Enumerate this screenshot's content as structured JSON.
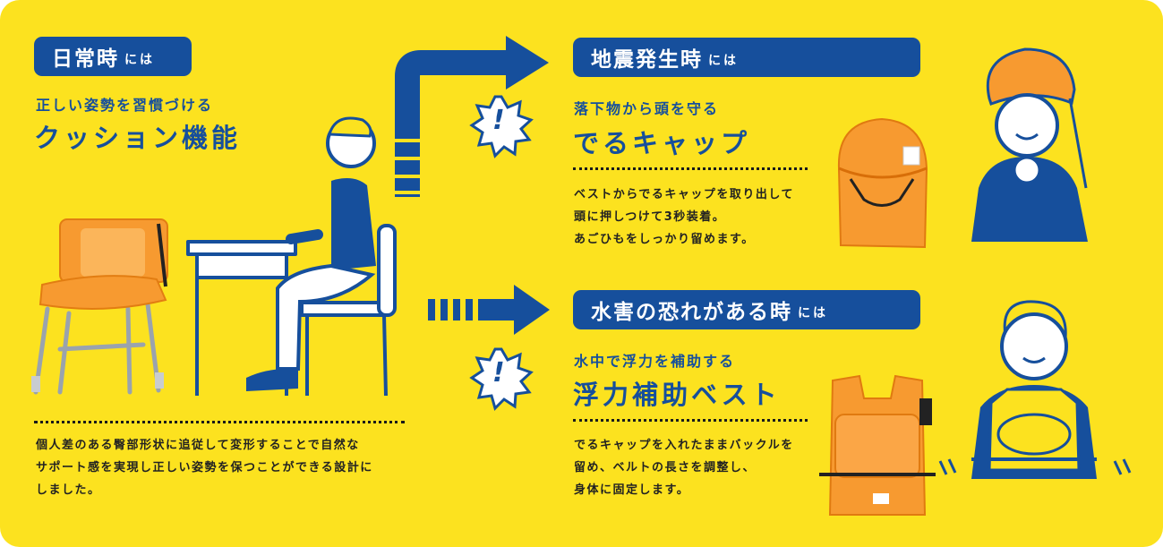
{
  "colors": {
    "background": "#FCE21F",
    "navy": "#164F9C",
    "orange": "#F79A30",
    "text": "#222222"
  },
  "left": {
    "heading_main": "日常時",
    "heading_suffix": "には",
    "subtitle": "正しい姿勢を習慣づける",
    "title": "クッション機能",
    "description": "個人差のある臀部形状に追従して変形することで自然な\nサポート感を実現し正しい姿勢を保つことができる設計に\nしました。"
  },
  "earthquake": {
    "heading_main": "地震発生時",
    "heading_suffix": "には",
    "subtitle": "落下物から頭を守る",
    "title": "でるキャップ",
    "description": "ベストからでるキャップを取り出して\n頭に押しつけて3秒装着。\nあごひもをしっかり留めます。"
  },
  "flood": {
    "heading_main": "水害の恐れがある時",
    "heading_suffix": "には",
    "subtitle": "水中で浮力を補助する",
    "title": "浮力補助ベスト",
    "description": "でるキャップを入れたままバックルを\n留め、ベルトの長さを調整し、\n身体に固定します。"
  },
  "alert_mark": "!",
  "icons": [
    "cushion-chair-illustration",
    "student-desk-illustration",
    "arrow-up-right-icon",
    "arrow-right-icon",
    "alert-burst-icon",
    "cap-illustration",
    "helmet-child-illustration",
    "vest-illustration",
    "vest-child-illustration"
  ]
}
